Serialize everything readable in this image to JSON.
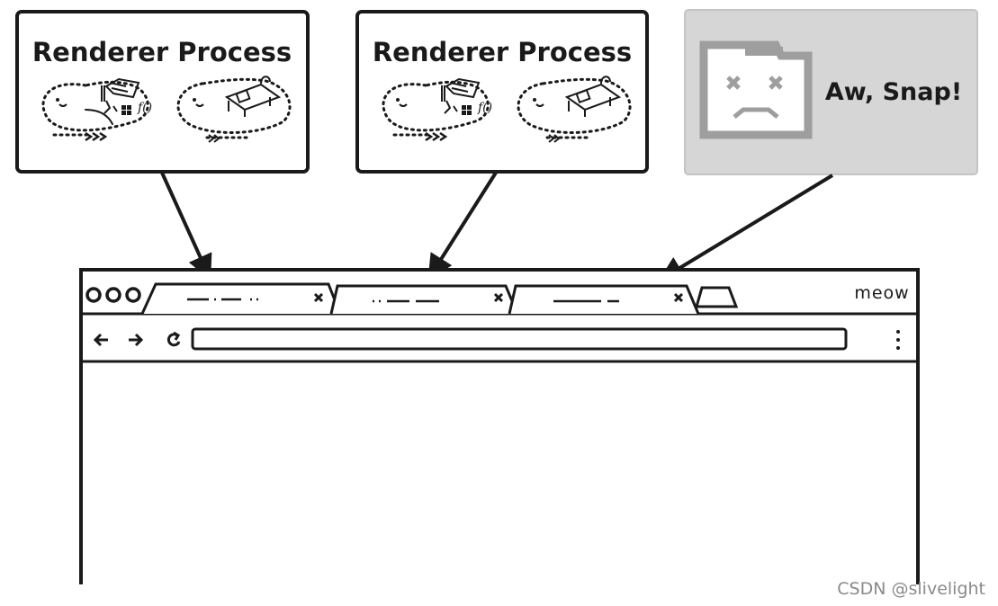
{
  "renderer_boxes": [
    {
      "title": "Renderer Process"
    },
    {
      "title": "Renderer Process"
    }
  ],
  "crash_box": {
    "text": "Aw, Snap!"
  },
  "browser": {
    "profile_name": "meow",
    "tabs": [
      {
        "close_icon": "close-icon"
      },
      {
        "close_icon": "close-icon"
      },
      {
        "close_icon": "close-icon"
      }
    ],
    "toolbar_icons": [
      "back-arrow-icon",
      "forward-arrow-icon",
      "reload-icon",
      "menu-dots-icon"
    ]
  },
  "watermark": "CSDN @slivelight",
  "colors": {
    "ink": "#1a1a1a",
    "crash_box_fill": "#d6d6d6",
    "sad_folder_fill": "#9e9e9e"
  }
}
